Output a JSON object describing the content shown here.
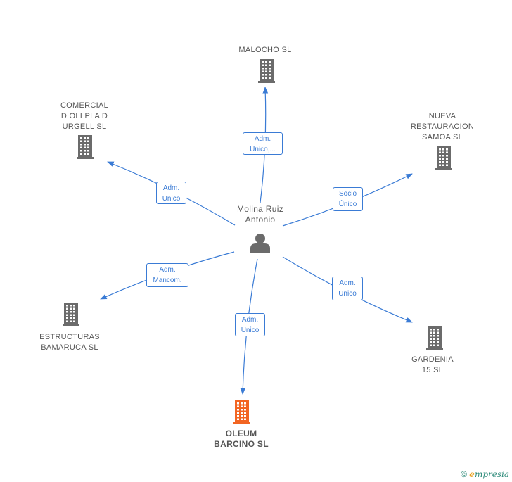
{
  "colors": {
    "edge": "#3a7bd5",
    "building": "#6b6b6b",
    "building_highlight": "#f26522",
    "person": "#6b6b6b",
    "label": "#555555"
  },
  "center": {
    "label": "Molina Ruiz\nAntonio",
    "icon": "person-icon"
  },
  "companies": [
    {
      "id": "malocho",
      "label": "MALOCHO SL",
      "icon": "building-icon",
      "highlight": false
    },
    {
      "id": "comercial",
      "label": "COMERCIAL\nD OLI PLA D\nURGELL  SL",
      "icon": "building-icon",
      "highlight": false
    },
    {
      "id": "nueva",
      "label": "NUEVA\nRESTAURACION\nSAMOA  SL",
      "icon": "building-icon",
      "highlight": false
    },
    {
      "id": "estructuras",
      "label": "ESTRUCTURAS\nBAMARUCA SL",
      "icon": "building-icon",
      "highlight": false
    },
    {
      "id": "gardenia",
      "label": "GARDENIA\n15 SL",
      "icon": "building-icon",
      "highlight": false
    },
    {
      "id": "oleum",
      "label": "OLEUM\nBARCINO  SL",
      "icon": "building-icon",
      "highlight": true
    }
  ],
  "edges": [
    {
      "to": "malocho",
      "label": "Adm.\nUnico,..."
    },
    {
      "to": "comercial",
      "label": "Adm.\nUnico"
    },
    {
      "to": "nueva",
      "label": "Socio\nÚnico"
    },
    {
      "to": "estructuras",
      "label": "Adm.\nMancom."
    },
    {
      "to": "gardenia",
      "label": "Adm.\nUnico"
    },
    {
      "to": "oleum",
      "label": "Adm.\nUnico"
    }
  ],
  "footer": {
    "copyright": "©",
    "brand_e": "e",
    "brand_rest": "mpresia"
  }
}
